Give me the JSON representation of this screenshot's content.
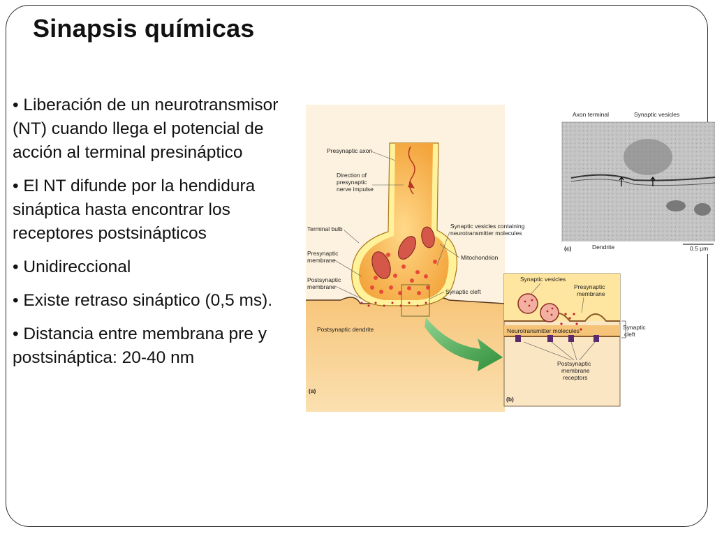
{
  "slide": {
    "title": "Sinapsis químicas",
    "bullets": [
      "Liberación de un neurotransmisor (NT) cuando llega el potencial de acción al terminal presináptico",
      "El NT difunde por la hendidura sináptica hasta encontrar los receptores postsinápticos",
      "Unidireccional",
      "Existe retraso sináptico (0,5 ms).",
      "Distancia entre membrana pre y postsináptica: 20-40 nm"
    ]
  },
  "figure": {
    "panel_a": {
      "panel_label": "(a)",
      "labels": {
        "presynaptic_axon": "Presynaptic axon",
        "direction_1": "Direction of",
        "direction_2": "presynaptic",
        "direction_3": "nerve impulse",
        "terminal_bulb": "Terminal bulb",
        "presyn_membrane_1": "Presynaptic",
        "presyn_membrane_2": "membrane",
        "postsyn_membrane_1": "Postsynaptic",
        "postsyn_membrane_2": "membrane",
        "synaptic_vesicles_1": "Synaptic vesicles containing",
        "synaptic_vesicles_2": "neurotransmitter molecules",
        "mitochondrion": "Mitochondrion",
        "synaptic_cleft": "Synaptic cleft",
        "postsynaptic_dendrite": "Postsynaptic dendrite"
      }
    },
    "panel_b": {
      "panel_label": "(b)",
      "labels": {
        "synaptic_vesicles": "Synaptic vesicles",
        "presyn_membrane_1": "Presynaptic",
        "presyn_membrane_2": "membrane",
        "synaptic_cleft_1": "Synaptic",
        "synaptic_cleft_2": "cleft",
        "neurotransmitter_molecules": "Neurotransmitter molecules",
        "receptors_1": "Postsynaptic",
        "receptors_2": "membrane",
        "receptors_3": "receptors"
      }
    },
    "panel_c": {
      "panel_label": "(c)",
      "labels": {
        "axon_terminal": "Axon terminal",
        "synaptic_vesicles": "Synaptic vesicles",
        "dendrite": "Dendrite",
        "scale": "0.5 μm"
      }
    },
    "colors": {
      "axon_fill": "#f5a623",
      "bulb_outer": "#fff3a8",
      "dendrite_fill": "#f7cc86",
      "background_panel": "#fbe8c8",
      "vesicle_red": "#d11f2b",
      "receptor_purple": "#5a2a6e",
      "arrow_green": "#3fa142",
      "micrograph_gray": "#bdbdbd"
    }
  }
}
